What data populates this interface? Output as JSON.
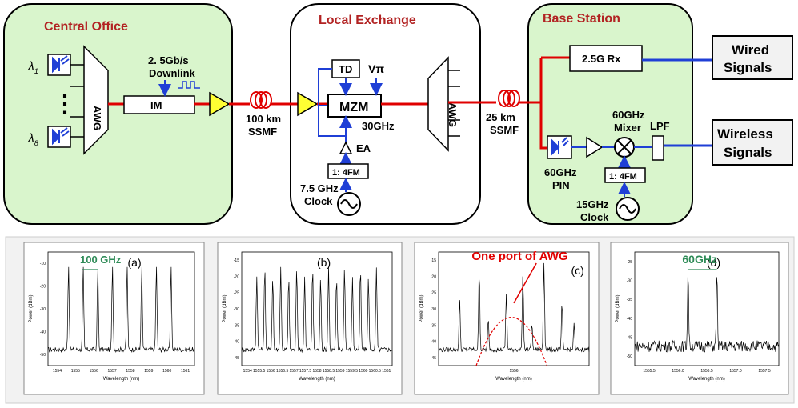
{
  "blocks": {
    "central_office": {
      "title": "Central Office",
      "awg": "AWG",
      "im": "IM",
      "lambda_top": "λ",
      "lambda_top_sub": "1",
      "lambda_bottom": "λ",
      "lambda_bottom_sub": "8",
      "ellipsis": "⋮",
      "downlink_line1": "2. 5Gb/s",
      "downlink_line2": "Downlink"
    },
    "fiber1": {
      "line1": "100 km",
      "line2": "SSMF"
    },
    "local_exchange": {
      "title": "Local Exchange",
      "td": "TD",
      "vpi": "Vπ",
      "mzm": "MZM",
      "freq": "30GHz",
      "ea": "EA",
      "fm": "1: 4FM",
      "clock_line1": "7.5 GHz",
      "clock_line2": "Clock",
      "awg": "AWG"
    },
    "fiber2": {
      "line1": "25 km",
      "line2": "SSMF"
    },
    "base_station": {
      "title": "Base Station",
      "rx": "2.5G Rx",
      "pin_line1": "60GHz",
      "pin_line2": "PIN",
      "mixer_line1": "60GHz",
      "mixer_line2": "Mixer",
      "lpf": "LPF",
      "fm": "1: 4FM",
      "clock_line1": "15GHz",
      "clock_line2": "Clock"
    },
    "outputs": {
      "wired_line1": "Wired",
      "wired_line2": "Signals",
      "wireless_line1": "Wireless",
      "wireless_line2": "Signals"
    }
  },
  "spectra": [
    {
      "tag": "(a)",
      "annotation": "100 GHz",
      "annotation_color": "#2e8b57",
      "xlabel": "Wavelength (nm)",
      "ylabel": "Power (dBm)",
      "xticks": [
        "1554",
        "1555",
        "1556",
        "1557",
        "1558",
        "1559",
        "1560",
        "1561"
      ],
      "yticks": [
        "-10",
        "-20",
        "-30",
        "-40",
        "-50"
      ]
    },
    {
      "tag": "(b)",
      "annotation": "",
      "xlabel": "Wavelength (nm)",
      "ylabel": "Power (dBm)",
      "xticks": [
        "1554",
        "1555.5",
        "1556",
        "1556.5",
        "1557",
        "1557.5",
        "1558",
        "1558.5",
        "1559",
        "1559.5",
        "1560",
        "1560.5",
        "1561"
      ],
      "yticks": [
        "-15",
        "-20",
        "-25",
        "-30",
        "-35",
        "-40",
        "-45"
      ]
    },
    {
      "tag": "(c)",
      "annotation": "One port of AWG",
      "annotation_color": "#e00000",
      "xlabel": "Wavelength (nm)",
      "ylabel": "Power (dBm)",
      "xticks": [
        "1556"
      ],
      "yticks": [
        "-15",
        "-20",
        "-25",
        "-30",
        "-35",
        "-40",
        "-45"
      ]
    },
    {
      "tag": "(d)",
      "annotation": "60GHz",
      "annotation_color": "#2e8b57",
      "xlabel": "Wavelength (nm)",
      "ylabel": "Power (dBm)",
      "xticks": [
        "1555.5",
        "1556.0",
        "1556.5",
        "1557.0",
        "1557.5"
      ],
      "yticks": [
        "-25",
        "-30",
        "-35",
        "-40",
        "-45",
        "-50"
      ]
    }
  ],
  "colors": {
    "green_fill": "#d9f5cc",
    "red_line": "#e00000",
    "blue_line": "#1f3fd6",
    "amp_fill": "#ffff33",
    "panel_bg": "#f2f2f2"
  }
}
